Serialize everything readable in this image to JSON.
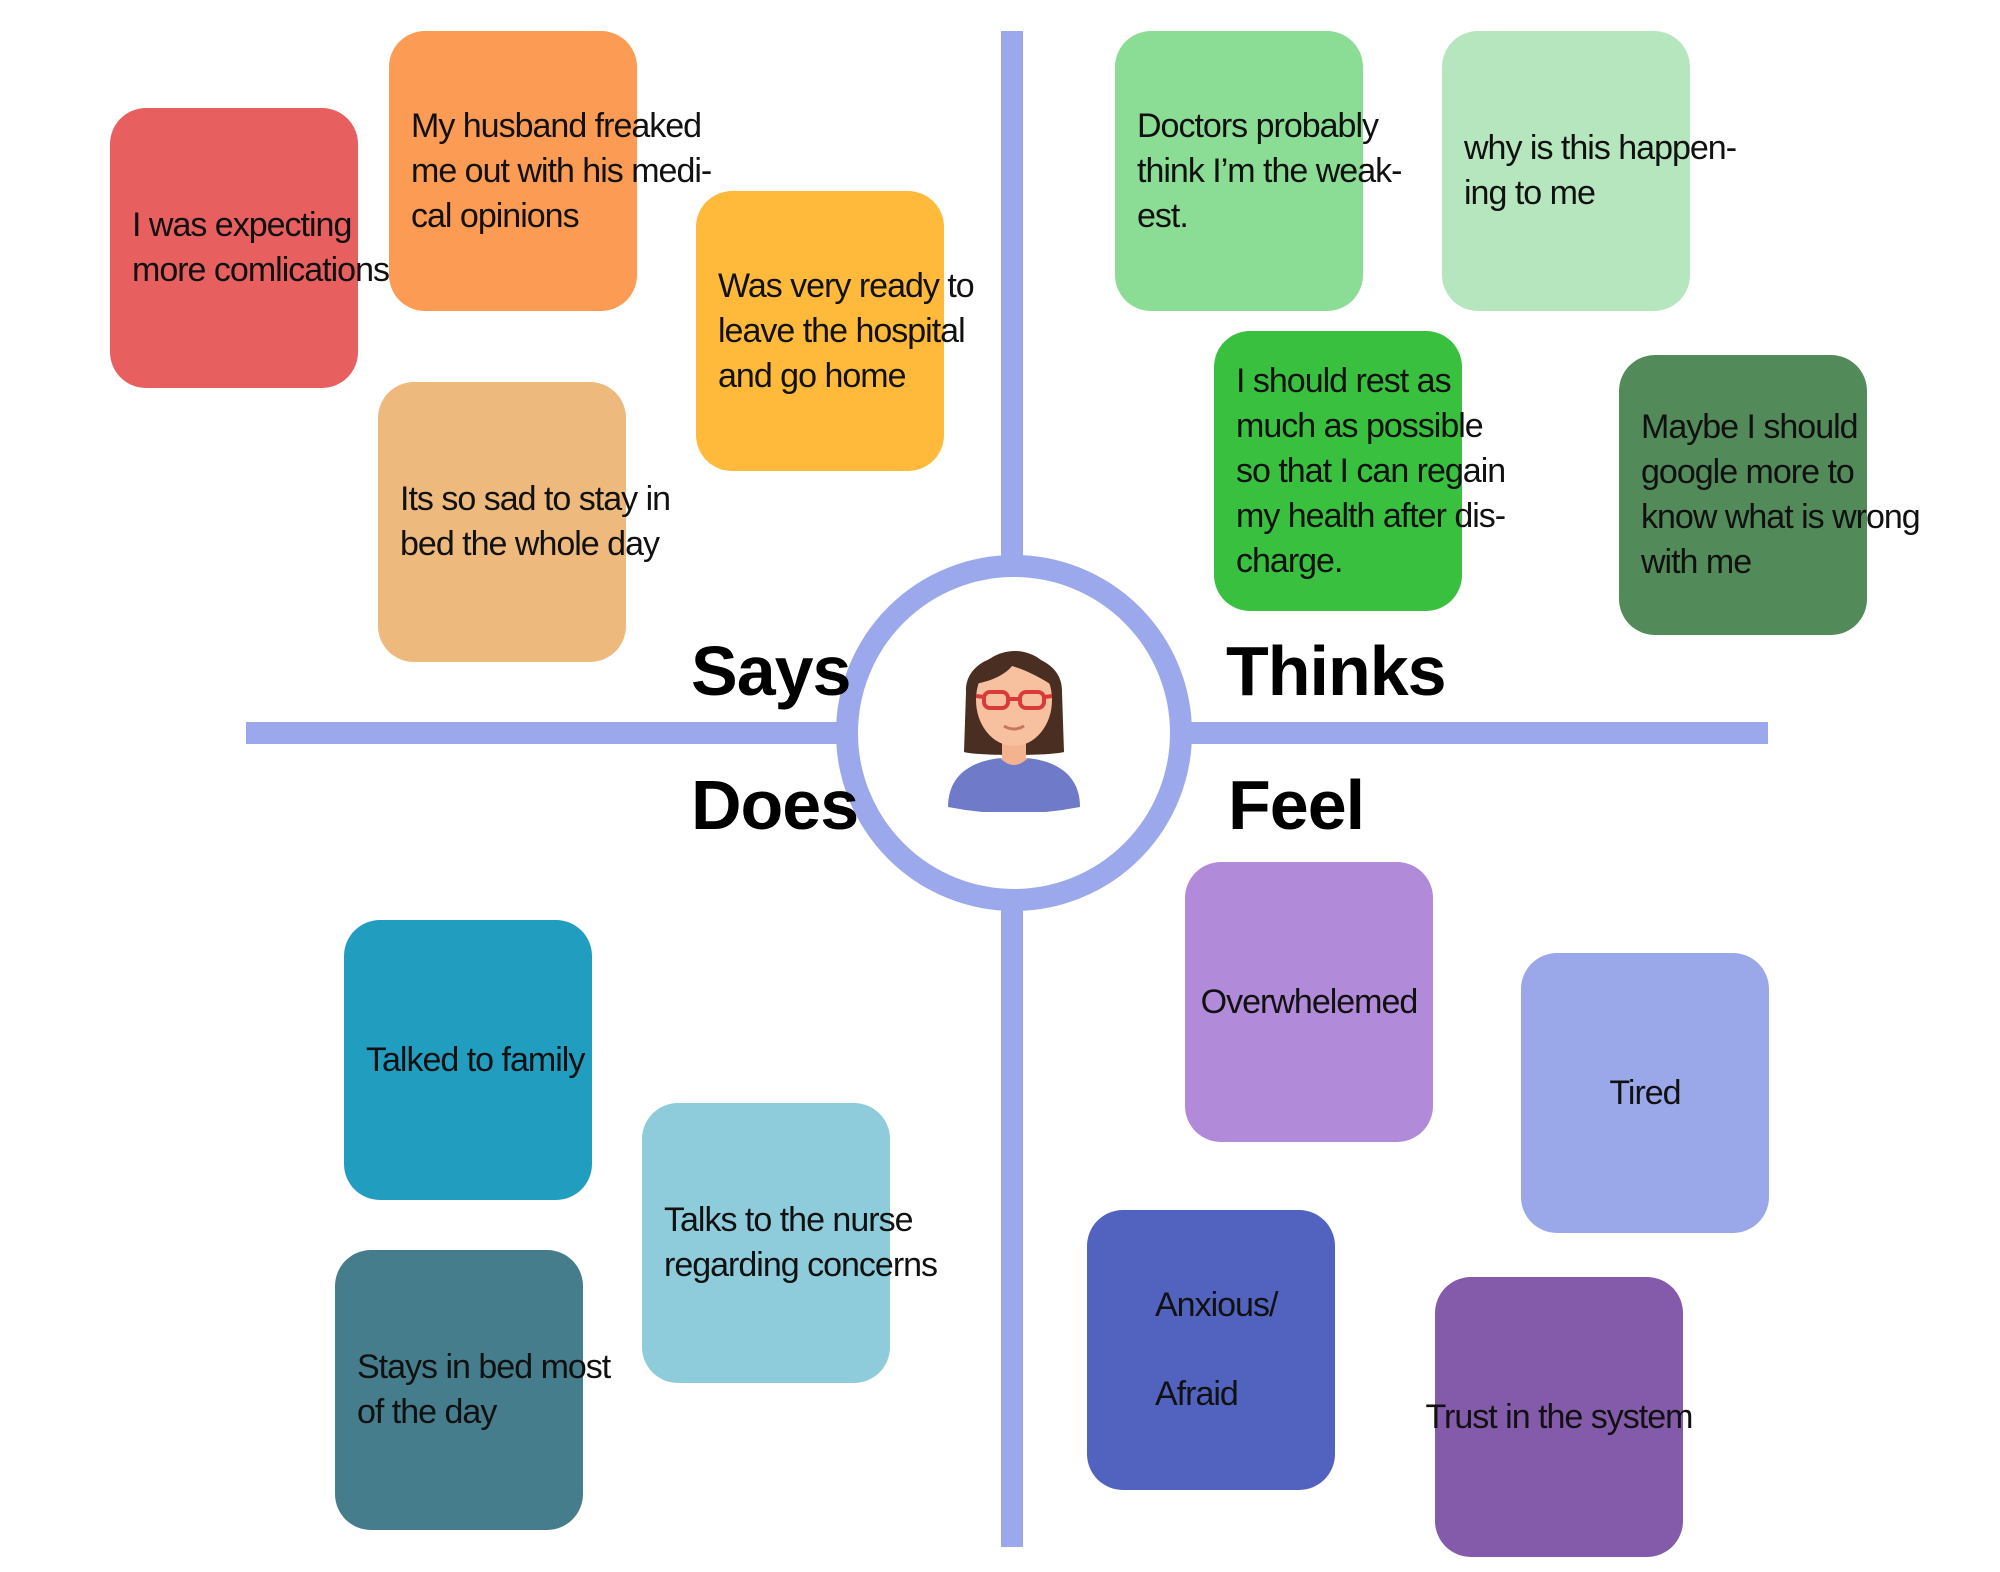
{
  "colors": {
    "axis": "#9ba9ec",
    "hub_ring": "#9ba9ec"
  },
  "quadrants": {
    "says": "Says",
    "thinks": "Thinks",
    "does": "Does",
    "feel": "Feel"
  },
  "avatar": {
    "icon": "woman-avatar-icon"
  },
  "notes": {
    "says": [
      {
        "lines": [
          "I was expecting",
          "more comlications"
        ],
        "color": "#e85f5f"
      },
      {
        "lines": [
          "My husband freaked",
          "me out with his medi-",
          "cal opinions"
        ],
        "color": "#fb9b54"
      },
      {
        "lines": [
          "Was very ready to",
          "leave the hospital",
          "and go home"
        ],
        "color": "#ffb93b"
      },
      {
        "lines": [
          "Its so sad to stay in",
          "bed the whole day"
        ],
        "color": "#eeb97c"
      }
    ],
    "thinks": [
      {
        "lines": [
          "Doctors probably",
          "think I’m the weak-",
          "est."
        ],
        "color": "#8bdc95"
      },
      {
        "lines": [
          "why is this happen-",
          "ing to me"
        ],
        "color": "#b5e6be"
      },
      {
        "lines": [
          "I should rest as",
          "much as possible",
          "so that I can regain",
          "my health after dis-",
          "charge."
        ],
        "color": "#38c03e"
      },
      {
        "lines": [
          "Maybe I should",
          "google more to",
          "know what is wrong",
          "with me"
        ],
        "color": "#528b59"
      }
    ],
    "does": [
      {
        "lines": [
          "Talked to family"
        ],
        "color": "#219dc0"
      },
      {
        "lines": [
          "Talks to the nurse",
          "regarding concerns"
        ],
        "color": "#8ecbdb"
      },
      {
        "lines": [
          "Stays in bed most",
          "of the day"
        ],
        "color": "#467d8d"
      }
    ],
    "feel": [
      {
        "lines": [
          "Overwhelemed"
        ],
        "color": "#b18ad9"
      },
      {
        "lines": [
          "Tired"
        ],
        "color": "#9aa8ea"
      },
      {
        "lines": [
          "Anxious/",
          "Afraid"
        ],
        "color": "#5162bf"
      },
      {
        "lines": [
          "Trust in the system"
        ],
        "color": "#845bab"
      }
    ]
  }
}
